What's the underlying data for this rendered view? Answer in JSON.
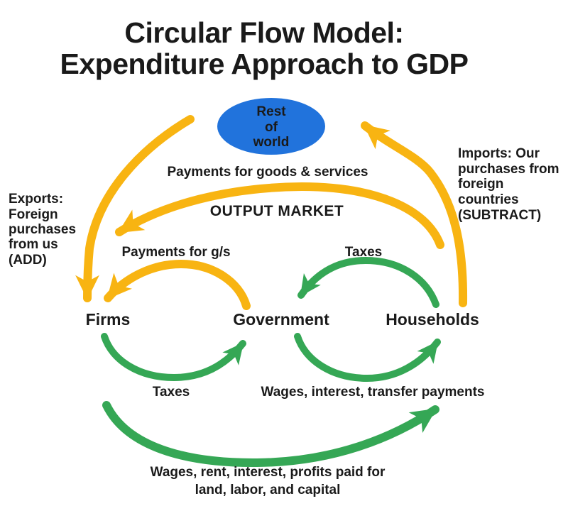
{
  "title": {
    "line1": "Circular Flow Model:",
    "line2": "Expenditure Approach to GDP"
  },
  "colors": {
    "blue": "#2173DC",
    "yellow": "#F8B412",
    "green": "#35A755",
    "purple": "#A436C6",
    "ink": "#1A1A1A",
    "white": "#FFFFFF"
  },
  "nodes": {
    "rest_of_world": {
      "lines": [
        "Rest",
        "of",
        "world"
      ]
    },
    "firms": {
      "label": "Firms"
    },
    "government": {
      "label": "Government"
    },
    "households": {
      "label": "Households"
    }
  },
  "flows": {
    "payments_goods_services": {
      "label": "Payments for goods & services"
    },
    "output_market": {
      "label": "OUTPUT MARKET"
    },
    "payments_gs": {
      "label": "Payments for g/s"
    },
    "taxes_households_to_government": {
      "label": "Taxes"
    },
    "taxes_firms_to_government": {
      "label": "Taxes"
    },
    "wages_interest_transfer": {
      "label": "Wages, interest, transfer payments"
    },
    "factor_payments": {
      "line1": "Wages, rent, interest, profits paid for",
      "line2": "land, labor, and capital"
    }
  },
  "notes": {
    "exports": {
      "lines": [
        "Exports:",
        "Foreign",
        "purchases",
        "from us"
      ],
      "tag": "(ADD)"
    },
    "imports": {
      "lines": [
        "Imports: Our",
        "purchases from",
        "foreign",
        "countries"
      ],
      "tag": "(SUBTRACT)"
    }
  }
}
